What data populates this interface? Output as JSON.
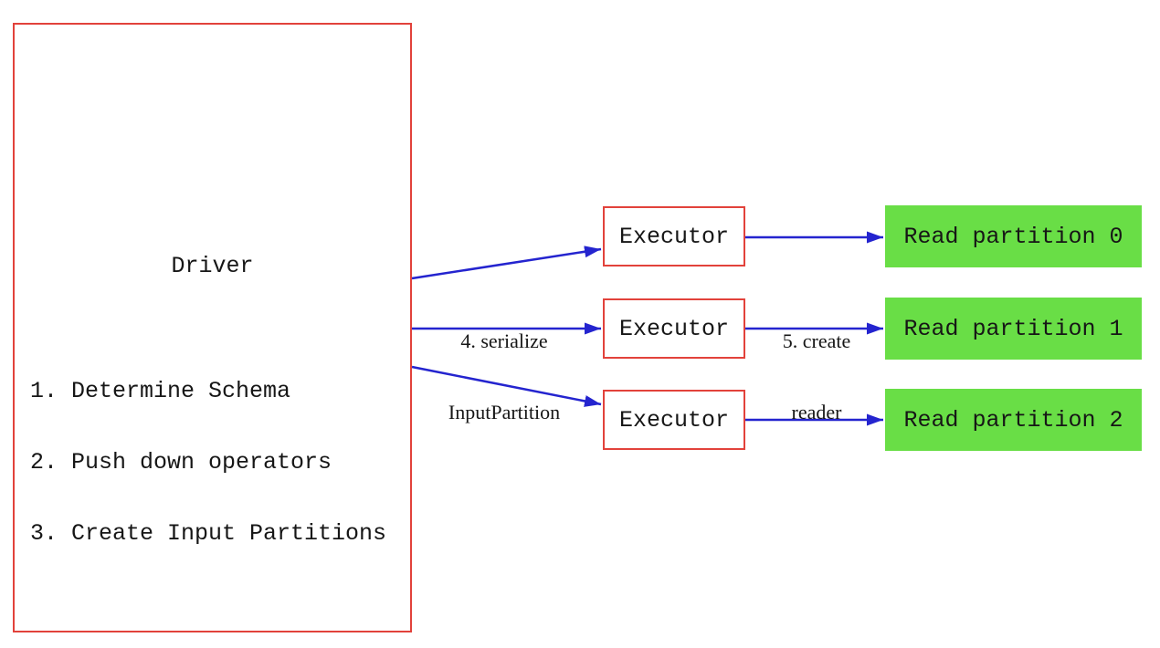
{
  "driver": {
    "title": "Driver",
    "steps": [
      "1. Determine Schema",
      "2. Push down operators",
      "3. Create Input Partitions"
    ]
  },
  "executors": [
    {
      "label": "Executor"
    },
    {
      "label": "Executor"
    },
    {
      "label": "Executor"
    }
  ],
  "partitions": [
    {
      "label": "Read partition 0"
    },
    {
      "label": "Read partition 1"
    },
    {
      "label": "Read partition 2"
    }
  ],
  "edge_labels": {
    "serialize": {
      "line1": "4. serialize",
      "line2": "InputPartition"
    },
    "create_reader": {
      "line1": "5. create",
      "line2": "reader"
    }
  },
  "colors": {
    "box_border_red": "#e2423b",
    "arrow_blue": "#2424cf",
    "partition_green": "#69de46",
    "text_black": "#161616",
    "background": "#ffffff"
  }
}
